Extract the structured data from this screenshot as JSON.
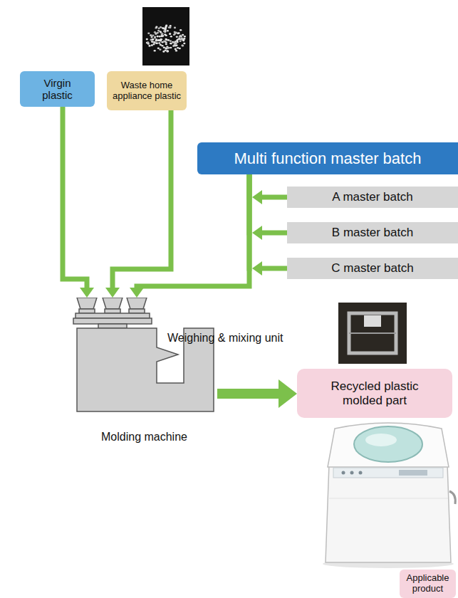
{
  "diagram": {
    "nodes": [
      {
        "text": [
          "Virgin plastic"
        ]
      },
      {
        "text": [
          "Waste home appliance plastic"
        ]
      },
      {
        "text": [
          "Multi function master batch"
        ]
      },
      {
        "text": [
          "A master batch"
        ]
      },
      {
        "text": [
          "B master batch"
        ]
      },
      {
        "text": [
          "C master batch"
        ]
      },
      {
        "text": [
          "Molding machine"
        ]
      },
      {
        "text": [
          "Recycled plastic molded part"
        ]
      },
      {
        "text": [
          "Applicable product"
        ]
      }
    ],
    "edges": [
      {
        "from": 3,
        "to": 2,
        "arrow": "to"
      },
      {
        "from": 4,
        "to": 2,
        "arrow": "to"
      },
      {
        "from": 5,
        "to": 2,
        "arrow": "to"
      },
      {
        "from": 0,
        "to": 6,
        "arrow": "to"
      },
      {
        "from": 1,
        "to": 6,
        "arrow": "to"
      },
      {
        "from": 2,
        "to": 6,
        "arrow": "to"
      },
      {
        "from": 6,
        "to": 7,
        "arrow": "to"
      }
    ],
    "labels": [
      "Weighing & mixing unit"
    ]
  }
}
